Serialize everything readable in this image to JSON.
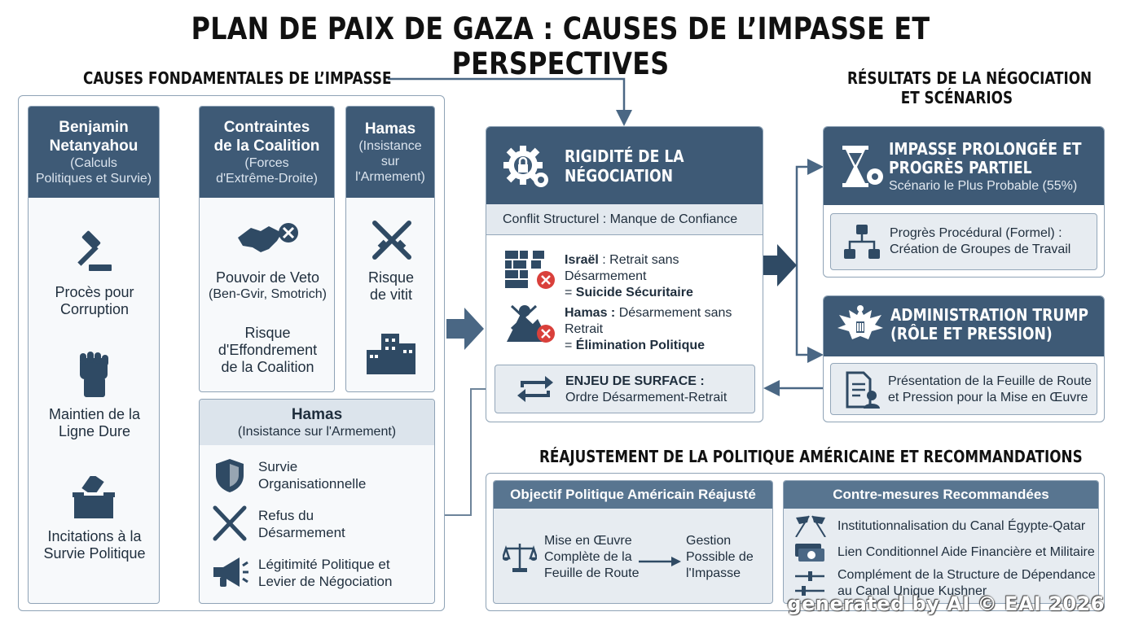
{
  "title": "PLAN DE PAIX DE GAZA : CAUSES DE L’IMPASSE ET PERSPECTIVES",
  "causes": {
    "section_title": "CAUSES FONDAMENTALES DE L’IMPASSE",
    "netanyahou": {
      "title1": "Benjamin",
      "title2": "Netanyahou",
      "sub1": "(Calculs",
      "sub2": "Politiques et Survie)",
      "items": [
        {
          "icon": "gavel-icon",
          "label1": "Procès pour",
          "label2": "Corruption"
        },
        {
          "icon": "raised-fist-icon",
          "label1": "Maintien de la",
          "label2": "Ligne Dure"
        },
        {
          "icon": "ballot-box-icon",
          "label1": "Incitations à la",
          "label2": "Survie Politique"
        }
      ]
    },
    "coalition": {
      "title1": "Contraintes",
      "title2": "de la Coalition",
      "sub1": "(Forces",
      "sub2": "d'Extrême-Droite)",
      "veto1": "Pouvoir de Veto",
      "veto2": "(Ben-Gvir, Smotrich)",
      "risk1": "Risque",
      "risk2": "d'Effondrement",
      "risk3": "de la Coalition"
    },
    "hamas_small": {
      "title": "Hamas",
      "sub1": "(Insistance",
      "sub2": "sur",
      "sub3": "l'Armement)",
      "label1": "Risque",
      "label2": "de vitit"
    },
    "hamas_big": {
      "title": "Hamas",
      "sub": "(Insistance sur l'Armement)",
      "items": [
        {
          "icon": "shield-icon",
          "label1": "Survie",
          "label2": "Organisationnelle"
        },
        {
          "icon": "crossed-rifles-icon",
          "label1": "Refus du",
          "label2": "Désarmement"
        },
        {
          "icon": "megaphone-icon",
          "label1": "Légitimité Politique et",
          "label2": "Levier de Négociation"
        }
      ]
    }
  },
  "rigidity": {
    "title1": "RIGIDITÉ DE LA",
    "title2": "NÉGOCIATION",
    "conflict": "Conflit Structurel : Manque de Confiance",
    "israel_name": "Israël",
    "israel_text": " : Retrait sans Désarmement",
    "israel_eq": "= ",
    "israel_result": "Suicide Sécuritaire",
    "hamas_name": "Hamas :",
    "hamas_text": " Désarmement sans Retrait",
    "hamas_eq": "= ",
    "hamas_result": "Élimination Politique",
    "surface_title": "ENJEU DE SURFACE :",
    "surface_text": "Ordre Désarmement-Retrait"
  },
  "results": {
    "section_title1": "RÉSULTATS DE LA NÉGOCIATION",
    "section_title2": "ET SCÉNARIOS",
    "impasse": {
      "title1": "IMPASSE PROLONGÉE ET",
      "title2": "PROGRÈS PARTIEL",
      "sub": "Scénario le Plus Probable (55%)",
      "item1": "Progrès Procédural (Formel) :",
      "item2": "Création de Groupes de Travail"
    },
    "trump": {
      "title1": "ADMINISTRATION TRUMP",
      "title2": "(RÔLE ET PRESSION)",
      "item1": "Présentation de la Feuille de Route",
      "item2": "et Pression pour la Mise en Œuvre"
    }
  },
  "us_policy": {
    "section_title": "RÉAJUSTEMENT DE LA POLITIQUE AMÉRICAINE ET RECOMMANDATIONS",
    "objective": {
      "title": "Objectif Politique Américain Réajusté",
      "left1": "Mise en Œuvre",
      "left2": "Complète de la",
      "left3": "Feuille de Route",
      "right1": "Gestion",
      "right2": "Possible de",
      "right3": "l'Impasse"
    },
    "counter": {
      "title": "Contre-mesures Recommandées",
      "items": [
        {
          "icon": "crossed-flags-icon",
          "label1": "Institutionnalisation du Canal Égypte-Qatar"
        },
        {
          "icon": "money-stack-icon",
          "label1": "Lien Conditionnel Aide Financière et Militaire"
        },
        {
          "icon": "sliders-icon",
          "label1": "Complément de la Structure de Dépendance",
          "label2": "au Canal Unique Kushner"
        }
      ]
    }
  },
  "watermark": "generated by AI © EAI 2026",
  "colors": {
    "header": "#3e5a76",
    "arrow": "#4a6784",
    "panel_border": "#8fa3b6",
    "error": "#d9403b"
  }
}
